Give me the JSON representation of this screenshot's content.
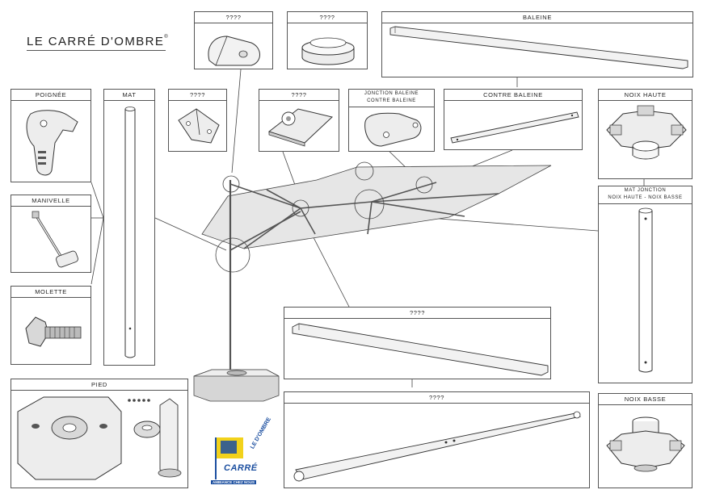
{
  "brand": {
    "title": "LE CARRÉ D'OMBRE",
    "title_mark": "®",
    "logo_name": "CARRÉ",
    "logo_prefix": "LE D'OMBRE",
    "logo_tagline": "AMBIANCE CHEZ NOUS",
    "colors": {
      "logo_blue": "#1c4fa0",
      "logo_yellow": "#f2d21b",
      "canopy": "#e6e6e6",
      "line": "#444444"
    }
  },
  "panels": {
    "unknown_cap": "????",
    "unknown_ring": "????",
    "baleine": "BALEINE",
    "poignee": "POIGNÉE",
    "mat": "MAT",
    "unknown_bracket": "????",
    "unknown_hub": "????",
    "jonction_line1": "JONCTION BALEINE",
    "jonction_line2": "CONTRE BALEINE",
    "contre_baleine": "CONTRE BALEINE",
    "noix_haute": "NOIX HAUTE",
    "manivelle": "MANIVELLE",
    "mat_jonction_line1": "MAT JONCTION",
    "mat_jonction_line2": "NOIX HAUTE - NOIX BASSE",
    "molette": "MOLETTE",
    "unknown_beam": "????",
    "pied": "PIED",
    "unknown_arm": "????",
    "noix_basse": "NOIX BASSE"
  }
}
